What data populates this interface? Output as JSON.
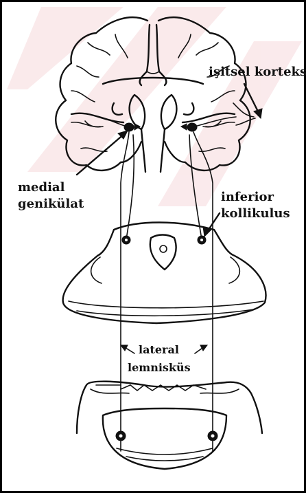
{
  "labels": {
    "auditory_cortex": "işitsel korteks",
    "medial_geniculate_line1": "medial",
    "medial_geniculate_line2": "genikülat",
    "inferior_colliculus_line1": "inferior",
    "inferior_colliculus_line2": "kollikulus",
    "lateral_lemniscus_line1": "lateral",
    "lateral_lemniscus_line2": "lemnisküs"
  },
  "colors": {
    "ink": "#111111",
    "background": "#ffffff",
    "watermark": "#f6d9dc"
  }
}
